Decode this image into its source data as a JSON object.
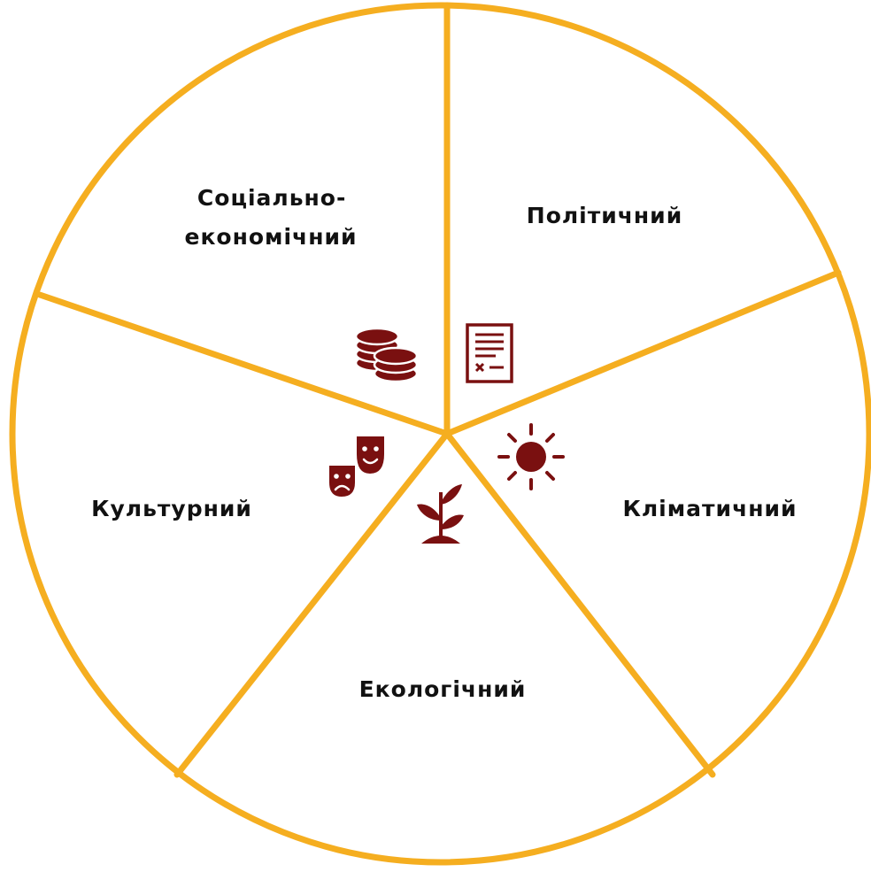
{
  "diagram": {
    "colors": {
      "outline": "#F5AE20",
      "icon": "#7A1010",
      "text": "#111111",
      "background": "#FFFFFF"
    },
    "segments": [
      {
        "id": "socio-economic",
        "label_lines": [
          "Соціально-",
          "економічний"
        ],
        "icon": "coins-icon"
      },
      {
        "id": "political",
        "label_lines": [
          "Політичний"
        ],
        "icon": "document-icon"
      },
      {
        "id": "climatic",
        "label_lines": [
          "Кліматичний"
        ],
        "icon": "sun-icon"
      },
      {
        "id": "ecological",
        "label_lines": [
          "Екологічний"
        ],
        "icon": "plant-sprout-icon"
      },
      {
        "id": "cultural",
        "label_lines": [
          "Культурний"
        ],
        "icon": "theater-masks-icon"
      }
    ]
  }
}
